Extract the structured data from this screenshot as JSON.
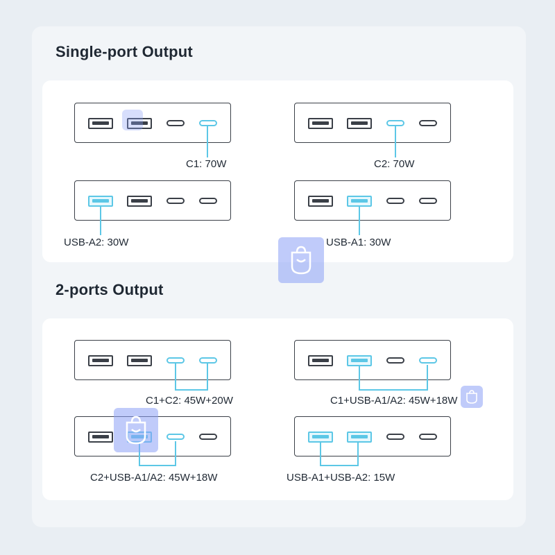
{
  "sections": {
    "single": {
      "title": "Single-port Output"
    },
    "dual": {
      "title": "2-ports Output"
    }
  },
  "configs": {
    "c1": {
      "label": "C1: 70W"
    },
    "c2": {
      "label": "C2: 70W"
    },
    "usb_a2": {
      "label": "USB-A2: 30W"
    },
    "usb_a1": {
      "label": "USB-A1: 30W"
    },
    "c1_c2": {
      "label": "C1+C2: 45W+20W"
    },
    "c1_usba": {
      "label": "C1+USB-A1/A2: 45W+18W"
    },
    "c2_usba": {
      "label": "C2+USB-A1/A2: 45W+18W"
    },
    "usba1_usba2": {
      "label": "USB-A1+USB-A2: 15W"
    }
  },
  "colors": {
    "highlight": "#5cc7e6",
    "port_outline": "#3a3f47",
    "watermark": "#8ca0f5"
  },
  "icons": {
    "watermark_logo": "bag-logo-icon"
  }
}
